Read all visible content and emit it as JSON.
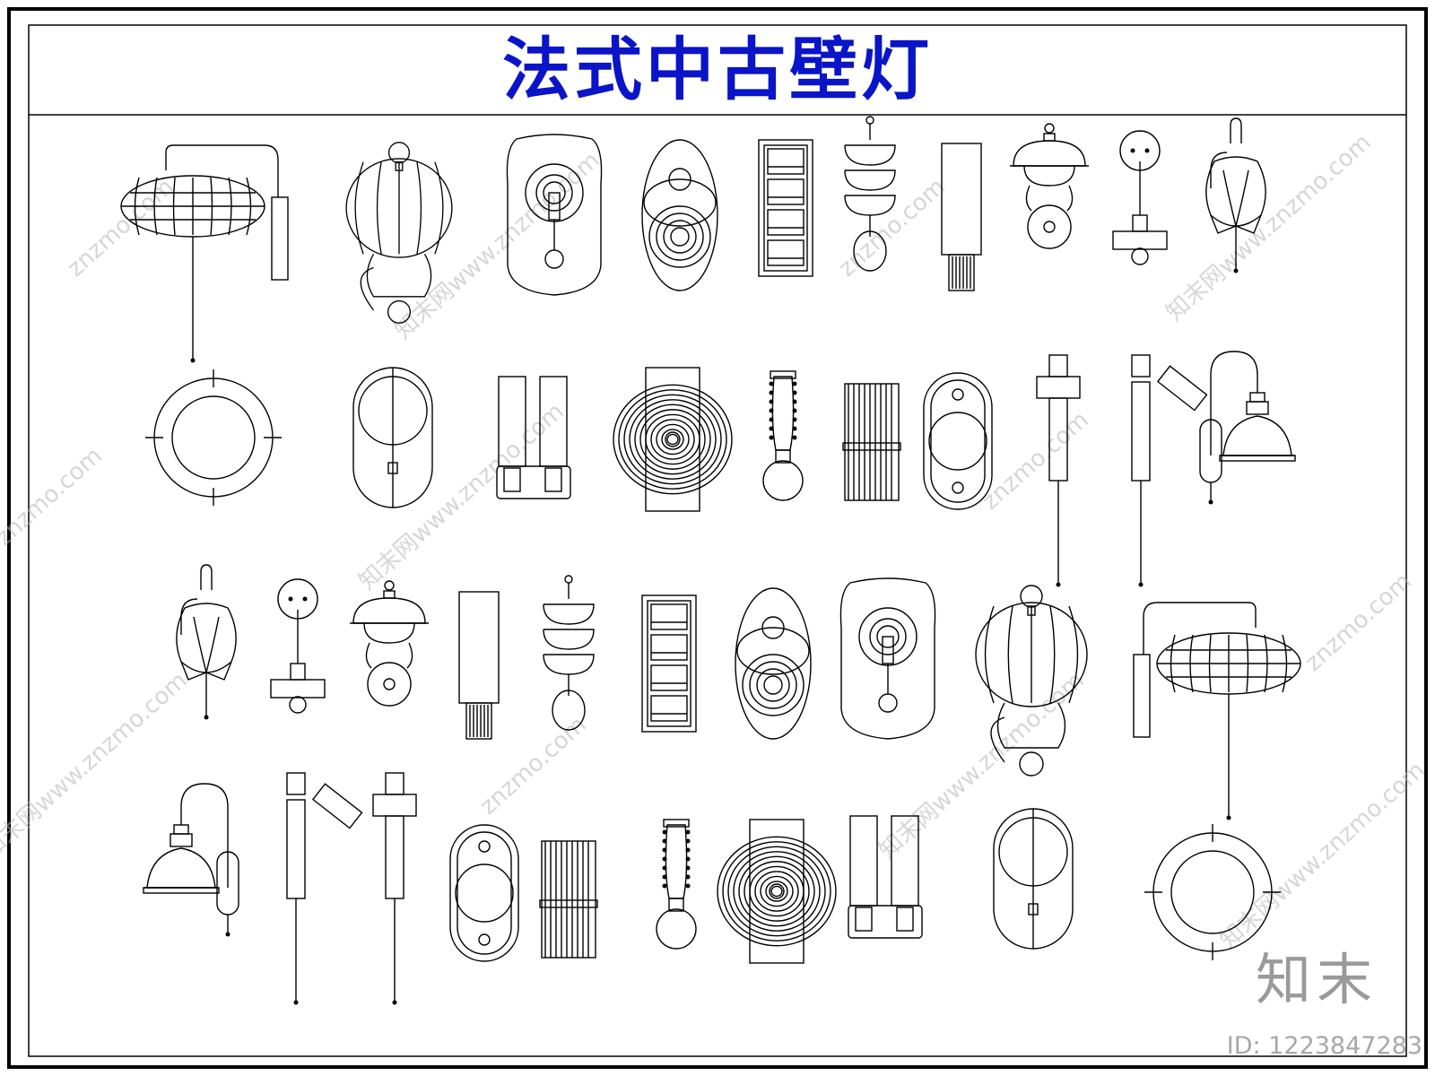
{
  "header": {
    "title": "法式中古壁灯"
  },
  "watermarks": {
    "site": "znzmo.com",
    "site_cn": "知末网www.znzmo.com"
  },
  "footer": {
    "brand": "知末",
    "id_label": "ID: 1223847283"
  },
  "colors": {
    "title": "#0a14c8",
    "line": "#000000",
    "watermark": "#b4b4b4"
  },
  "lamps": [
    "saucer-lantern-arm",
    "lantern-bracket",
    "plate-knob",
    "oval-concentric",
    "slat-panel",
    "stacked-bowls",
    "cylinder-brush",
    "dome-globe",
    "ball-pendant-cap",
    "tulip-arm",
    "ring-round",
    "disc-oval-plate",
    "twin-rectangles",
    "ripple-disc",
    "beaded-torch",
    "reed-bundle",
    "capsule-globe",
    "slider-rod",
    "tilted-rod",
    "arc-shade",
    "tulip-arm",
    "ball-pendant-cap",
    "dome-globe",
    "cylinder-brush",
    "stacked-bowls",
    "slat-panel",
    "oval-concentric",
    "plate-knob",
    "lantern-bracket",
    "saucer-lantern-arm",
    "arc-shade",
    "tilted-rod",
    "slider-rod",
    "capsule-globe",
    "reed-bundle",
    "beaded-torch",
    "ripple-disc",
    "twin-rectangles",
    "disc-oval-plate",
    "ring-round"
  ]
}
